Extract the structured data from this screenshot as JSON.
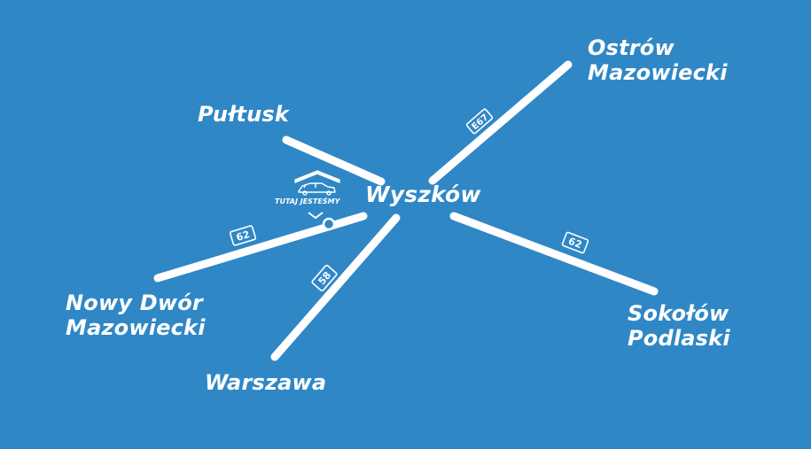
{
  "colors": {
    "background": "#2f87c6",
    "foreground": "#ffffff"
  },
  "center_city": "Wyszków",
  "cities": {
    "ostrow": [
      "Ostrów",
      "Mazowiecki"
    ],
    "pultusk": [
      "Pułtusk"
    ],
    "nowy_dwor": [
      "Nowy Dwór",
      "Mazowiecki"
    ],
    "warszawa": [
      "Warszawa"
    ],
    "sokolow": [
      "Sokołów",
      "Podlaski"
    ]
  },
  "road_shields": {
    "e67": "E67",
    "r62_west": "62",
    "r58": "58",
    "r62_east": "62"
  },
  "location_marker": {
    "label": "TUTAJ JESTEŚMY",
    "icon": "car-garage-icon"
  }
}
